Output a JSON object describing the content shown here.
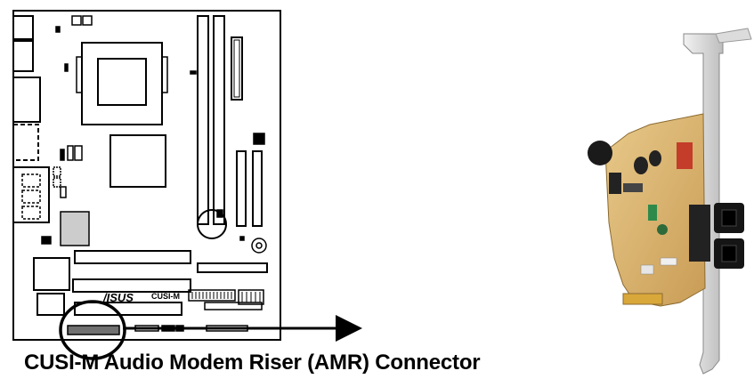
{
  "caption": "CUSI-M Audio Modem Riser (AMR) Connector",
  "board": {
    "brand": "/ISUS",
    "model": "CUSI-M"
  },
  "colors": {
    "ink": "#000000",
    "connector_fill": "#707070",
    "chip_fill": "#cccccc",
    "pcb": "#d9b46a",
    "bracket": "#d0d0d0"
  }
}
